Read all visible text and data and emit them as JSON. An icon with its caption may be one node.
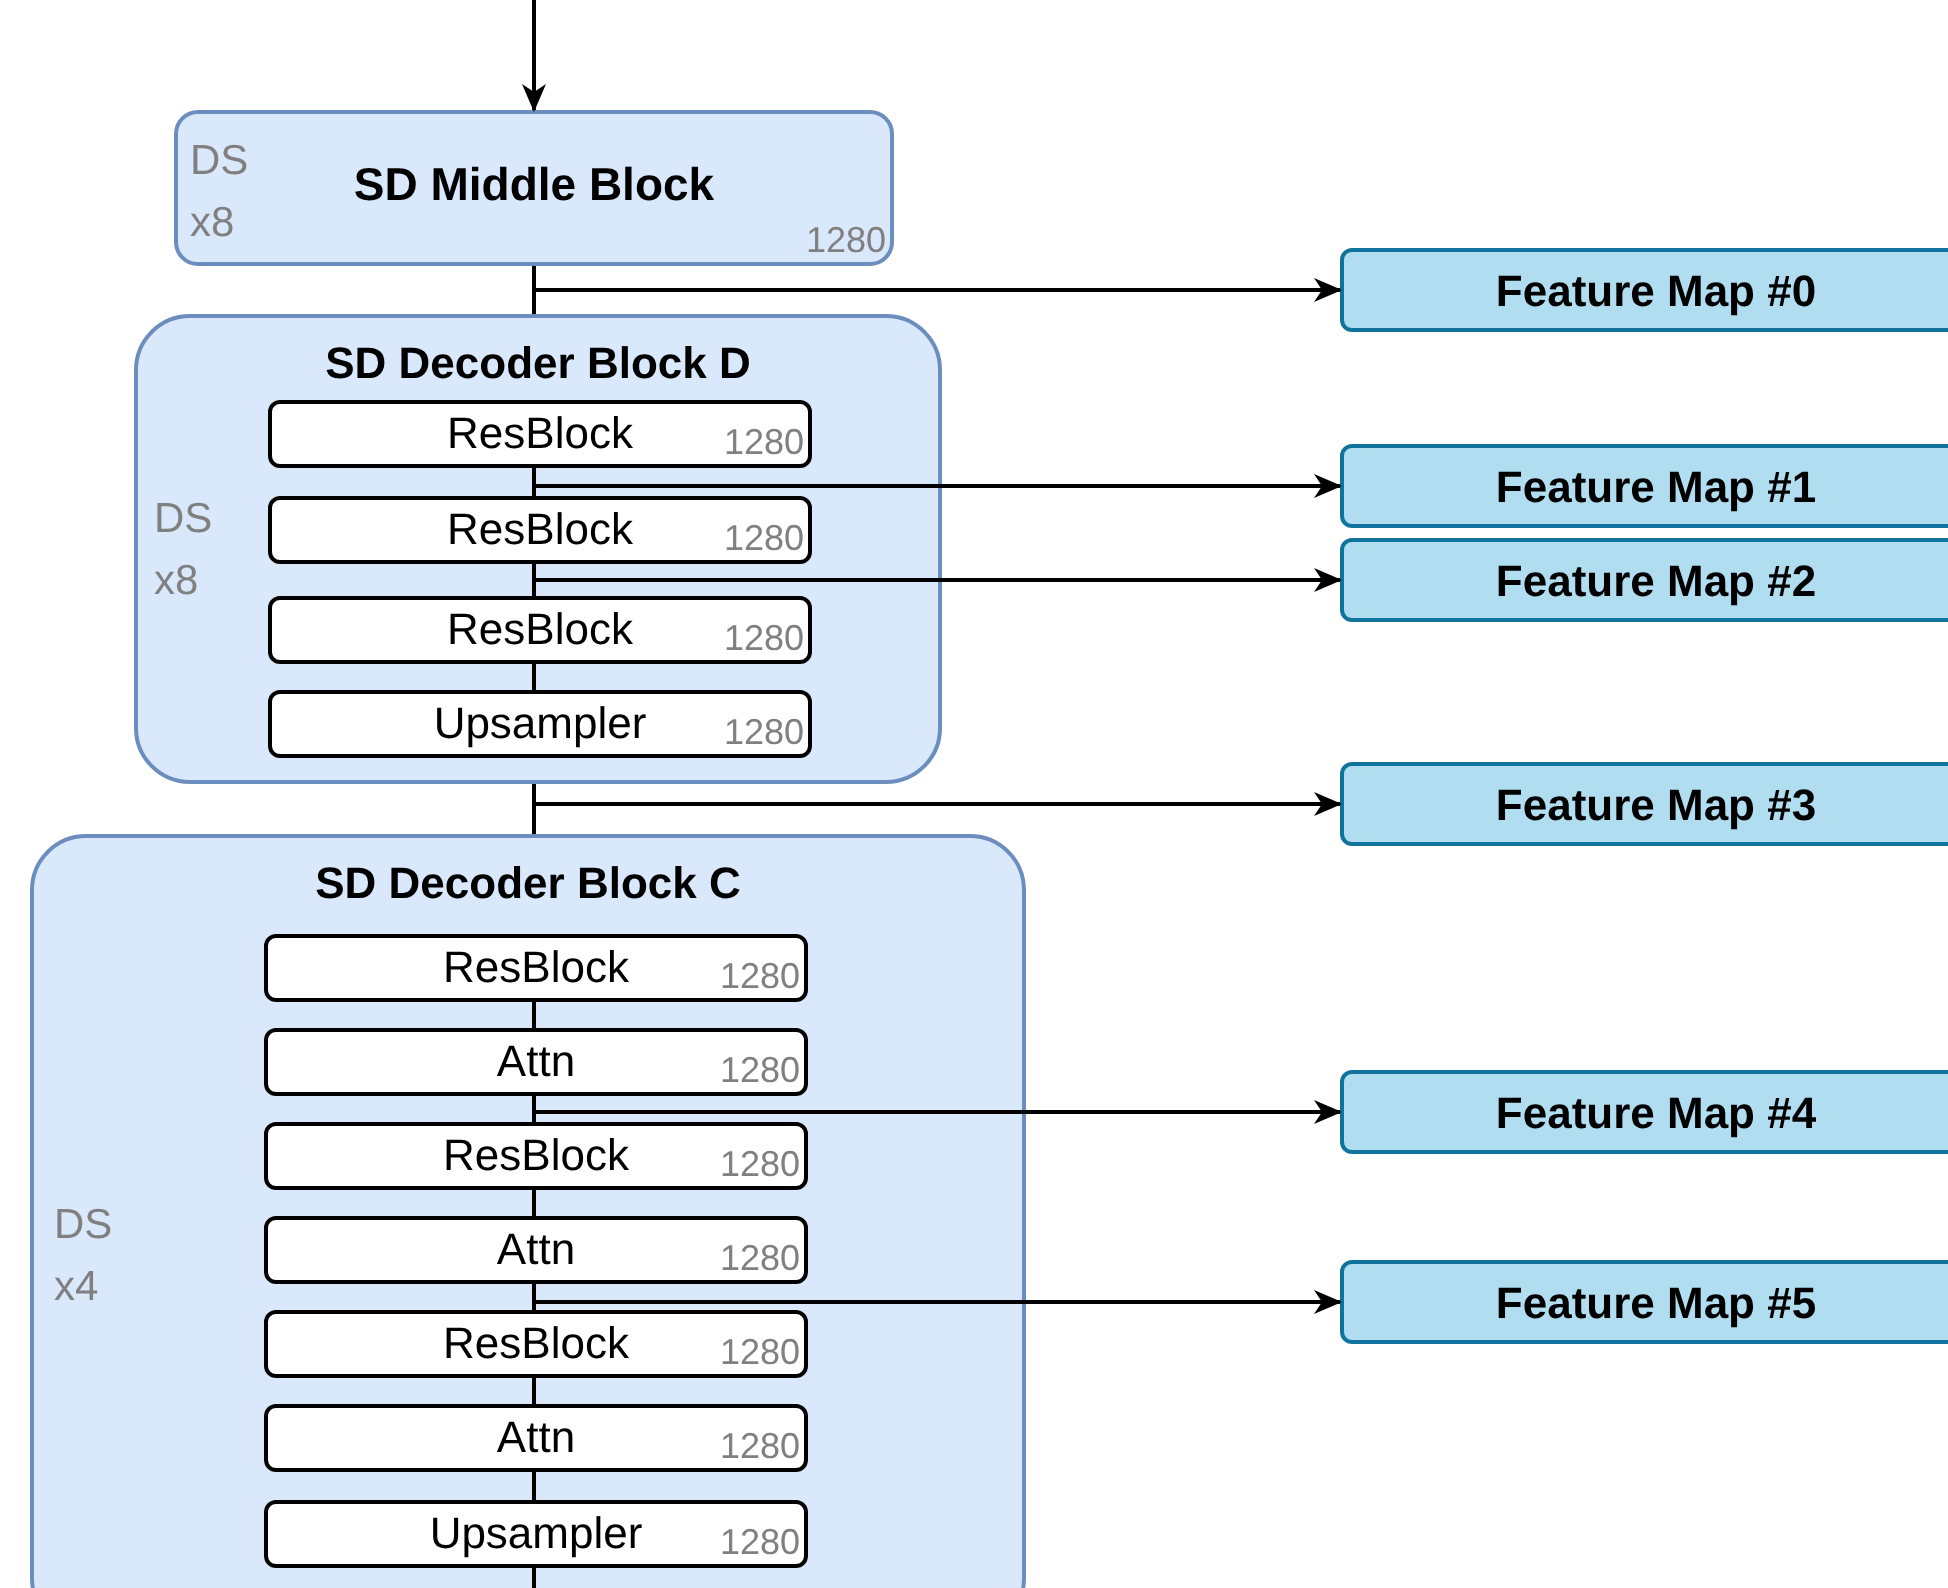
{
  "diagram": {
    "nodes": [
      {
        "text": [
          "DS x8",
          "SD Middle Block",
          "1280"
        ]
      },
      {
        "text": [
          "Feature Map #0"
        ]
      },
      {
        "text": [
          "SD Decoder Block D",
          "DS x8"
        ]
      },
      {
        "text": [
          "ResBlock",
          "1280"
        ],
        "in": 2
      },
      {
        "text": [
          "ResBlock",
          "1280"
        ],
        "in": 2
      },
      {
        "text": [
          "ResBlock",
          "1280"
        ],
        "in": 2
      },
      {
        "text": [
          "Upsampler",
          "1280"
        ],
        "in": 2
      },
      {
        "text": [
          "Feature Map #1"
        ]
      },
      {
        "text": [
          "Feature Map #2"
        ]
      },
      {
        "text": [
          "Feature Map #3"
        ]
      },
      {
        "text": [
          "SD Decoder Block C",
          "DS x4"
        ]
      },
      {
        "text": [
          "ResBlock",
          "1280"
        ],
        "in": 10
      },
      {
        "text": [
          "Attn",
          "1280"
        ],
        "in": 10
      },
      {
        "text": [
          "ResBlock",
          "1280"
        ],
        "in": 10
      },
      {
        "text": [
          "Attn",
          "1280"
        ],
        "in": 10
      },
      {
        "text": [
          "ResBlock",
          "1280"
        ],
        "in": 10
      },
      {
        "text": [
          "Attn",
          "1280"
        ],
        "in": 10
      },
      {
        "text": [
          "Upsampler",
          "1280"
        ],
        "in": 10
      },
      {
        "text": [
          "Feature Map #4"
        ]
      },
      {
        "text": [
          "Feature Map #5"
        ]
      }
    ],
    "edges": [
      {
        "from": null,
        "to": 0,
        "arrow": "to"
      },
      {
        "from": 0,
        "to": 2,
        "arrow": "none"
      },
      {
        "from": 0,
        "to": 1,
        "arrow": "to"
      },
      {
        "from": 3,
        "to": 4,
        "arrow": "none"
      },
      {
        "from": 4,
        "to": 5,
        "arrow": "none"
      },
      {
        "from": 5,
        "to": 6,
        "arrow": "none"
      },
      {
        "from": 3,
        "to": 7,
        "arrow": "to"
      },
      {
        "from": 4,
        "to": 8,
        "arrow": "to"
      },
      {
        "from": 2,
        "to": 10,
        "arrow": "none"
      },
      {
        "from": 2,
        "to": 9,
        "arrow": "to"
      },
      {
        "from": 11,
        "to": 12,
        "arrow": "none"
      },
      {
        "from": 12,
        "to": 13,
        "arrow": "none"
      },
      {
        "from": 13,
        "to": 14,
        "arrow": "none"
      },
      {
        "from": 14,
        "to": 15,
        "arrow": "none"
      },
      {
        "from": 15,
        "to": 16,
        "arrow": "none"
      },
      {
        "from": 16,
        "to": 17,
        "arrow": "none"
      },
      {
        "from": 12,
        "to": 18,
        "arrow": "to"
      },
      {
        "from": 14,
        "to": 19,
        "arrow": "to"
      },
      {
        "from": 17,
        "to": null,
        "arrow": "none"
      }
    ]
  }
}
